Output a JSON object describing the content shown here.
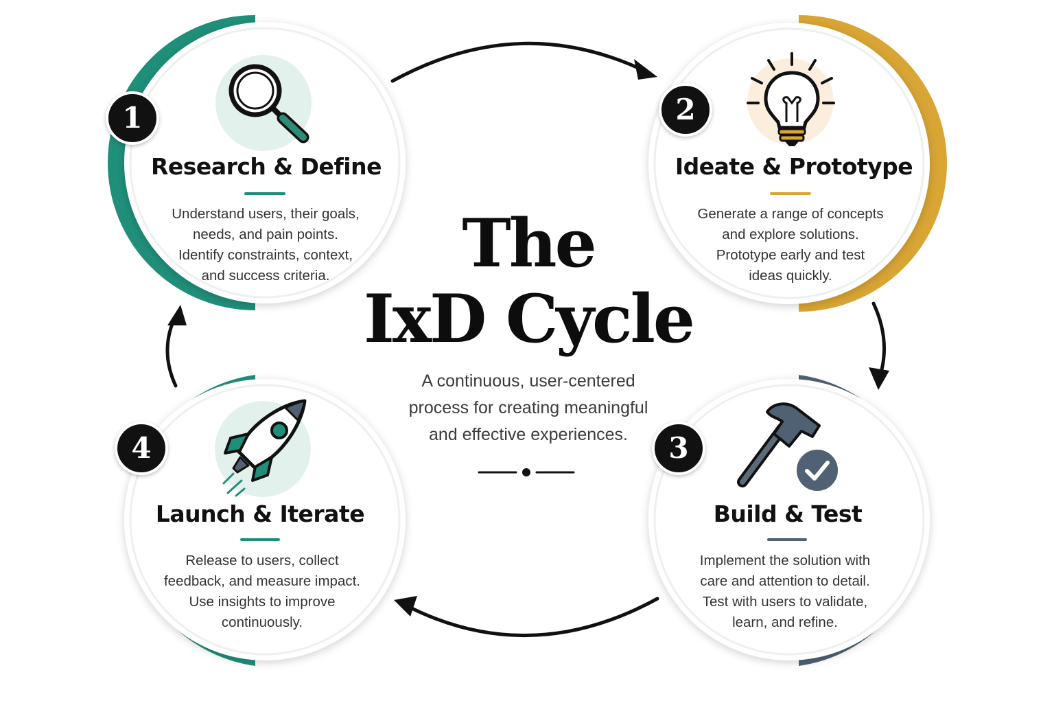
{
  "center": {
    "title_line1": "The",
    "title_line2": "IxD Cycle",
    "subtitle_lines": [
      "A continuous, user-centered",
      "process for creating meaningful",
      "and effective experiences."
    ]
  },
  "steps": [
    {
      "number": "1",
      "title": "Research & Define",
      "description": [
        "Understand users, their goals,",
        "needs, and pain points.",
        "Identify constraints, context,",
        "and success criteria."
      ],
      "icon": "magnifying-glass-icon",
      "accent_color": "#1f8f7a"
    },
    {
      "number": "2",
      "title": "Ideate & Prototype",
      "description": [
        "Generate a range of concepts",
        "and explore solutions.",
        "Prototype early and test",
        "ideas quickly."
      ],
      "icon": "lightbulb-icon",
      "accent_color": "#d9a534"
    },
    {
      "number": "3",
      "title": "Build & Test",
      "description": [
        "Implement the solution with",
        "care and attention to detail.",
        "Test with users to validate,",
        "learn, and refine."
      ],
      "icon": "hammer-check-icon",
      "accent_color": "#4f6172"
    },
    {
      "number": "4",
      "title": "Launch & Iterate",
      "description": [
        "Release to users, collect",
        "feedback, and measure impact.",
        "Use insights to improve",
        "continuously."
      ],
      "icon": "rocket-icon",
      "accent_color": "#1f8f7a"
    }
  ]
}
